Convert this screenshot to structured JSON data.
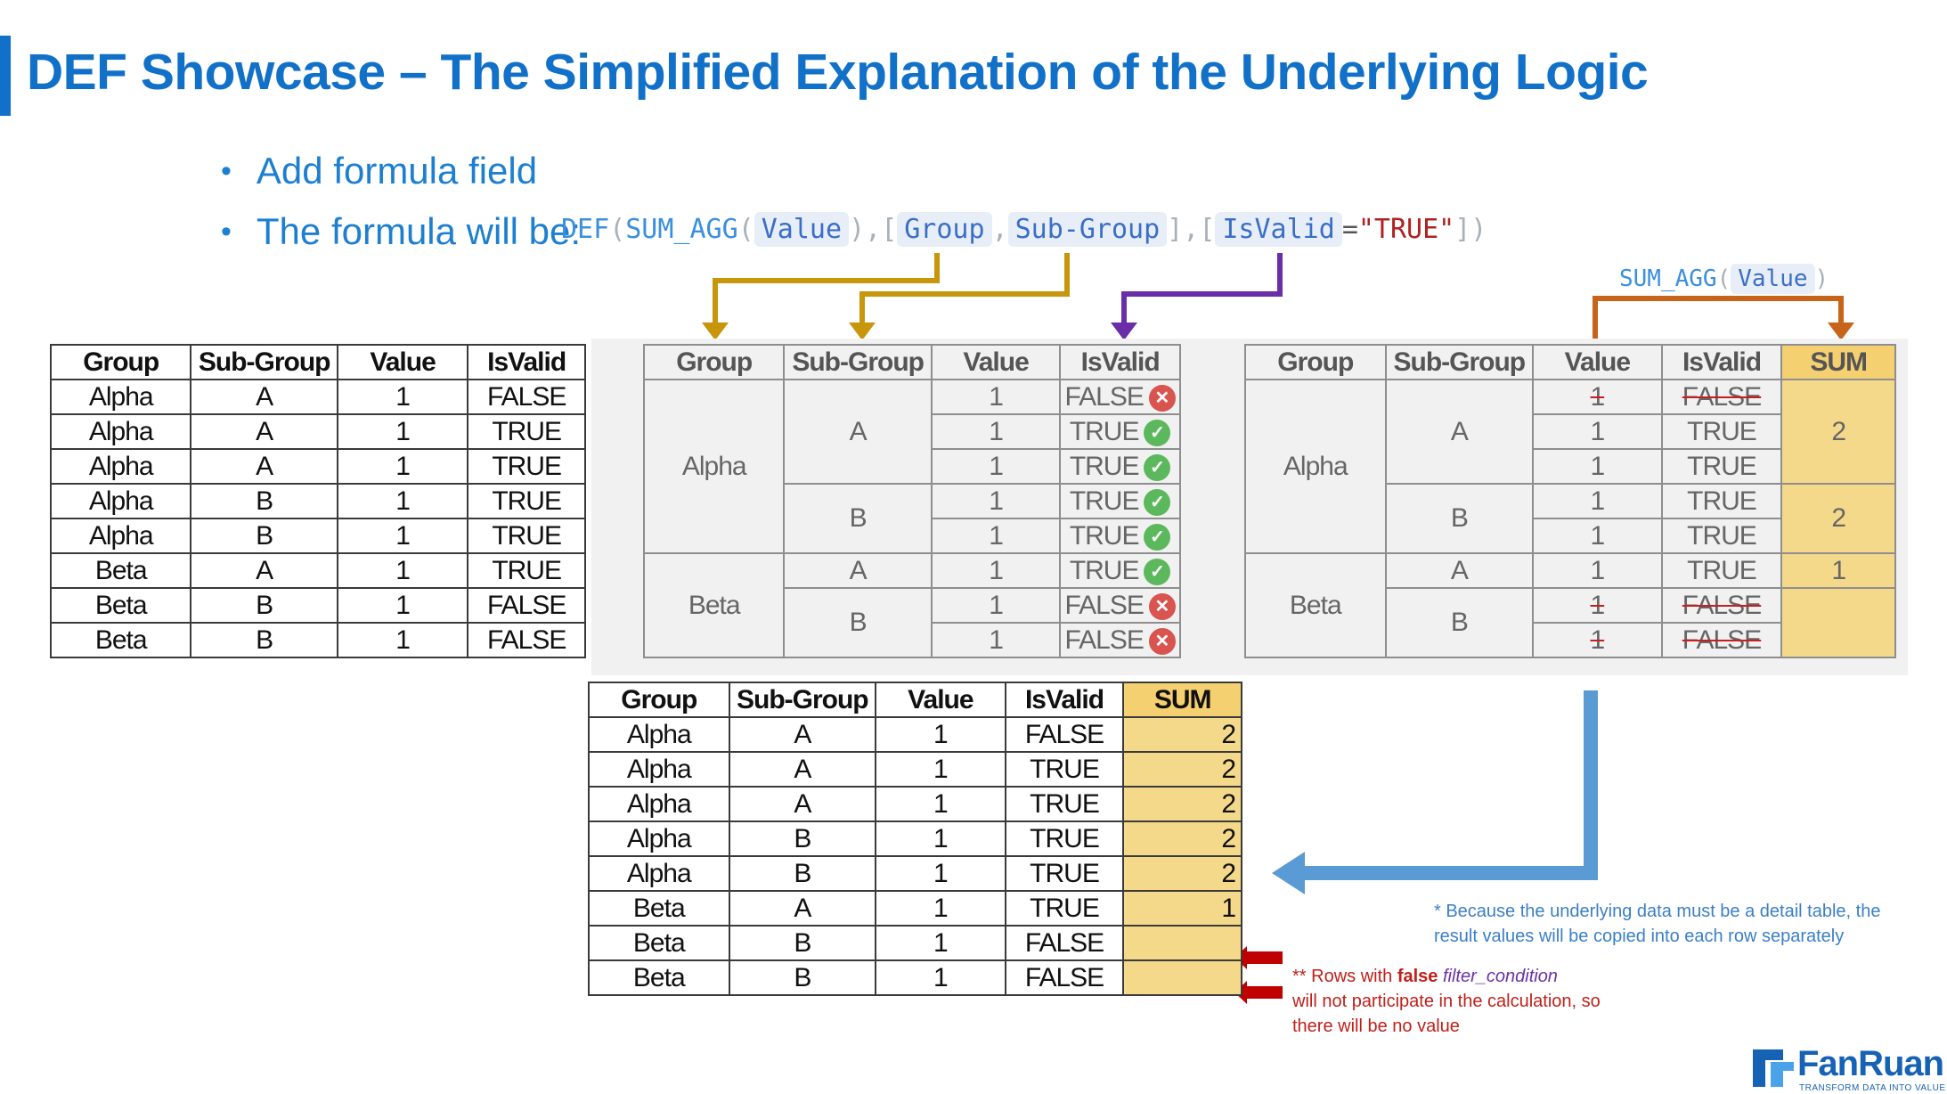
{
  "title": "DEF Showcase – The Simplified Explanation of the Underlying Logic",
  "bullets": [
    "Add formula field",
    "The formula will be:"
  ],
  "formula": {
    "fn": "DEF",
    "agg": "SUM_AGG",
    "value_field": "Value",
    "group_field": "Group",
    "subgroup_field": "Sub-Group",
    "filter_field": "IsValid",
    "eq": "=",
    "filter_value": "\"TRUE\"",
    "p_open": "(",
    "p_close": ")",
    "p_close_comma": "),",
    "b_open": "[",
    "b_close_comma": "],",
    "b_close_paren": "])",
    "comma": ","
  },
  "sum_agg_label": {
    "fn": "SUM_AGG",
    "field": "Value",
    "p_open": "(",
    "p_close": ")"
  },
  "headers": {
    "group": "Group",
    "subgroup": "Sub-Group",
    "value": "Value",
    "isvalid": "IsValid",
    "sum": "SUM"
  },
  "source_rows": [
    [
      "Alpha",
      "A",
      "1",
      "FALSE"
    ],
    [
      "Alpha",
      "A",
      "1",
      "TRUE"
    ],
    [
      "Alpha",
      "A",
      "1",
      "TRUE"
    ],
    [
      "Alpha",
      "B",
      "1",
      "TRUE"
    ],
    [
      "Alpha",
      "B",
      "1",
      "TRUE"
    ],
    [
      "Beta",
      "A",
      "1",
      "TRUE"
    ],
    [
      "Beta",
      "B",
      "1",
      "FALSE"
    ],
    [
      "Beta",
      "B",
      "1",
      "FALSE"
    ]
  ],
  "grouped": {
    "group_alpha": "Alpha",
    "group_beta": "Beta",
    "sub_a": "A",
    "sub_b": "B",
    "rows": [
      {
        "value": "1",
        "valid": "FALSE",
        "status": "bad"
      },
      {
        "value": "1",
        "valid": "TRUE",
        "status": "ok"
      },
      {
        "value": "1",
        "valid": "TRUE",
        "status": "ok"
      },
      {
        "value": "1",
        "valid": "TRUE",
        "status": "ok"
      },
      {
        "value": "1",
        "valid": "TRUE",
        "status": "ok"
      },
      {
        "value": "1",
        "valid": "TRUE",
        "status": "ok"
      },
      {
        "value": "1",
        "valid": "FALSE",
        "status": "bad"
      },
      {
        "value": "1",
        "valid": "FALSE",
        "status": "bad"
      }
    ],
    "sums": [
      "2",
      "2",
      "1",
      ""
    ]
  },
  "result_rows": [
    [
      "Alpha",
      "A",
      "1",
      "FALSE",
      "2"
    ],
    [
      "Alpha",
      "A",
      "1",
      "TRUE",
      "2"
    ],
    [
      "Alpha",
      "A",
      "1",
      "TRUE",
      "2"
    ],
    [
      "Alpha",
      "B",
      "1",
      "TRUE",
      "2"
    ],
    [
      "Alpha",
      "B",
      "1",
      "TRUE",
      "2"
    ],
    [
      "Beta",
      "A",
      "1",
      "TRUE",
      "1"
    ],
    [
      "Beta",
      "B",
      "1",
      "FALSE",
      ""
    ],
    [
      "Beta",
      "B",
      "1",
      "FALSE",
      ""
    ]
  ],
  "note1": "* Because the underlying data must be a detail table, the result values will be copied into each row separately",
  "note2": {
    "prefix": "** Rows with ",
    "bold": "false",
    "italic": "filter_condition",
    "rest": "will not participate in the calculation, so there will be no value"
  },
  "logo": {
    "name": "FanRuan",
    "tagline": "TRANSFORM DATA INTO VALUE"
  },
  "colors": {
    "title": "#1170c8",
    "gold_arrow": "#c8960a",
    "purple_arrow": "#6a2fa8",
    "orange_arrow": "#c8641a",
    "blue_arrow": "#5b9bd5",
    "red_arrow": "#c00000",
    "sum_fill": "#f5d98a"
  }
}
